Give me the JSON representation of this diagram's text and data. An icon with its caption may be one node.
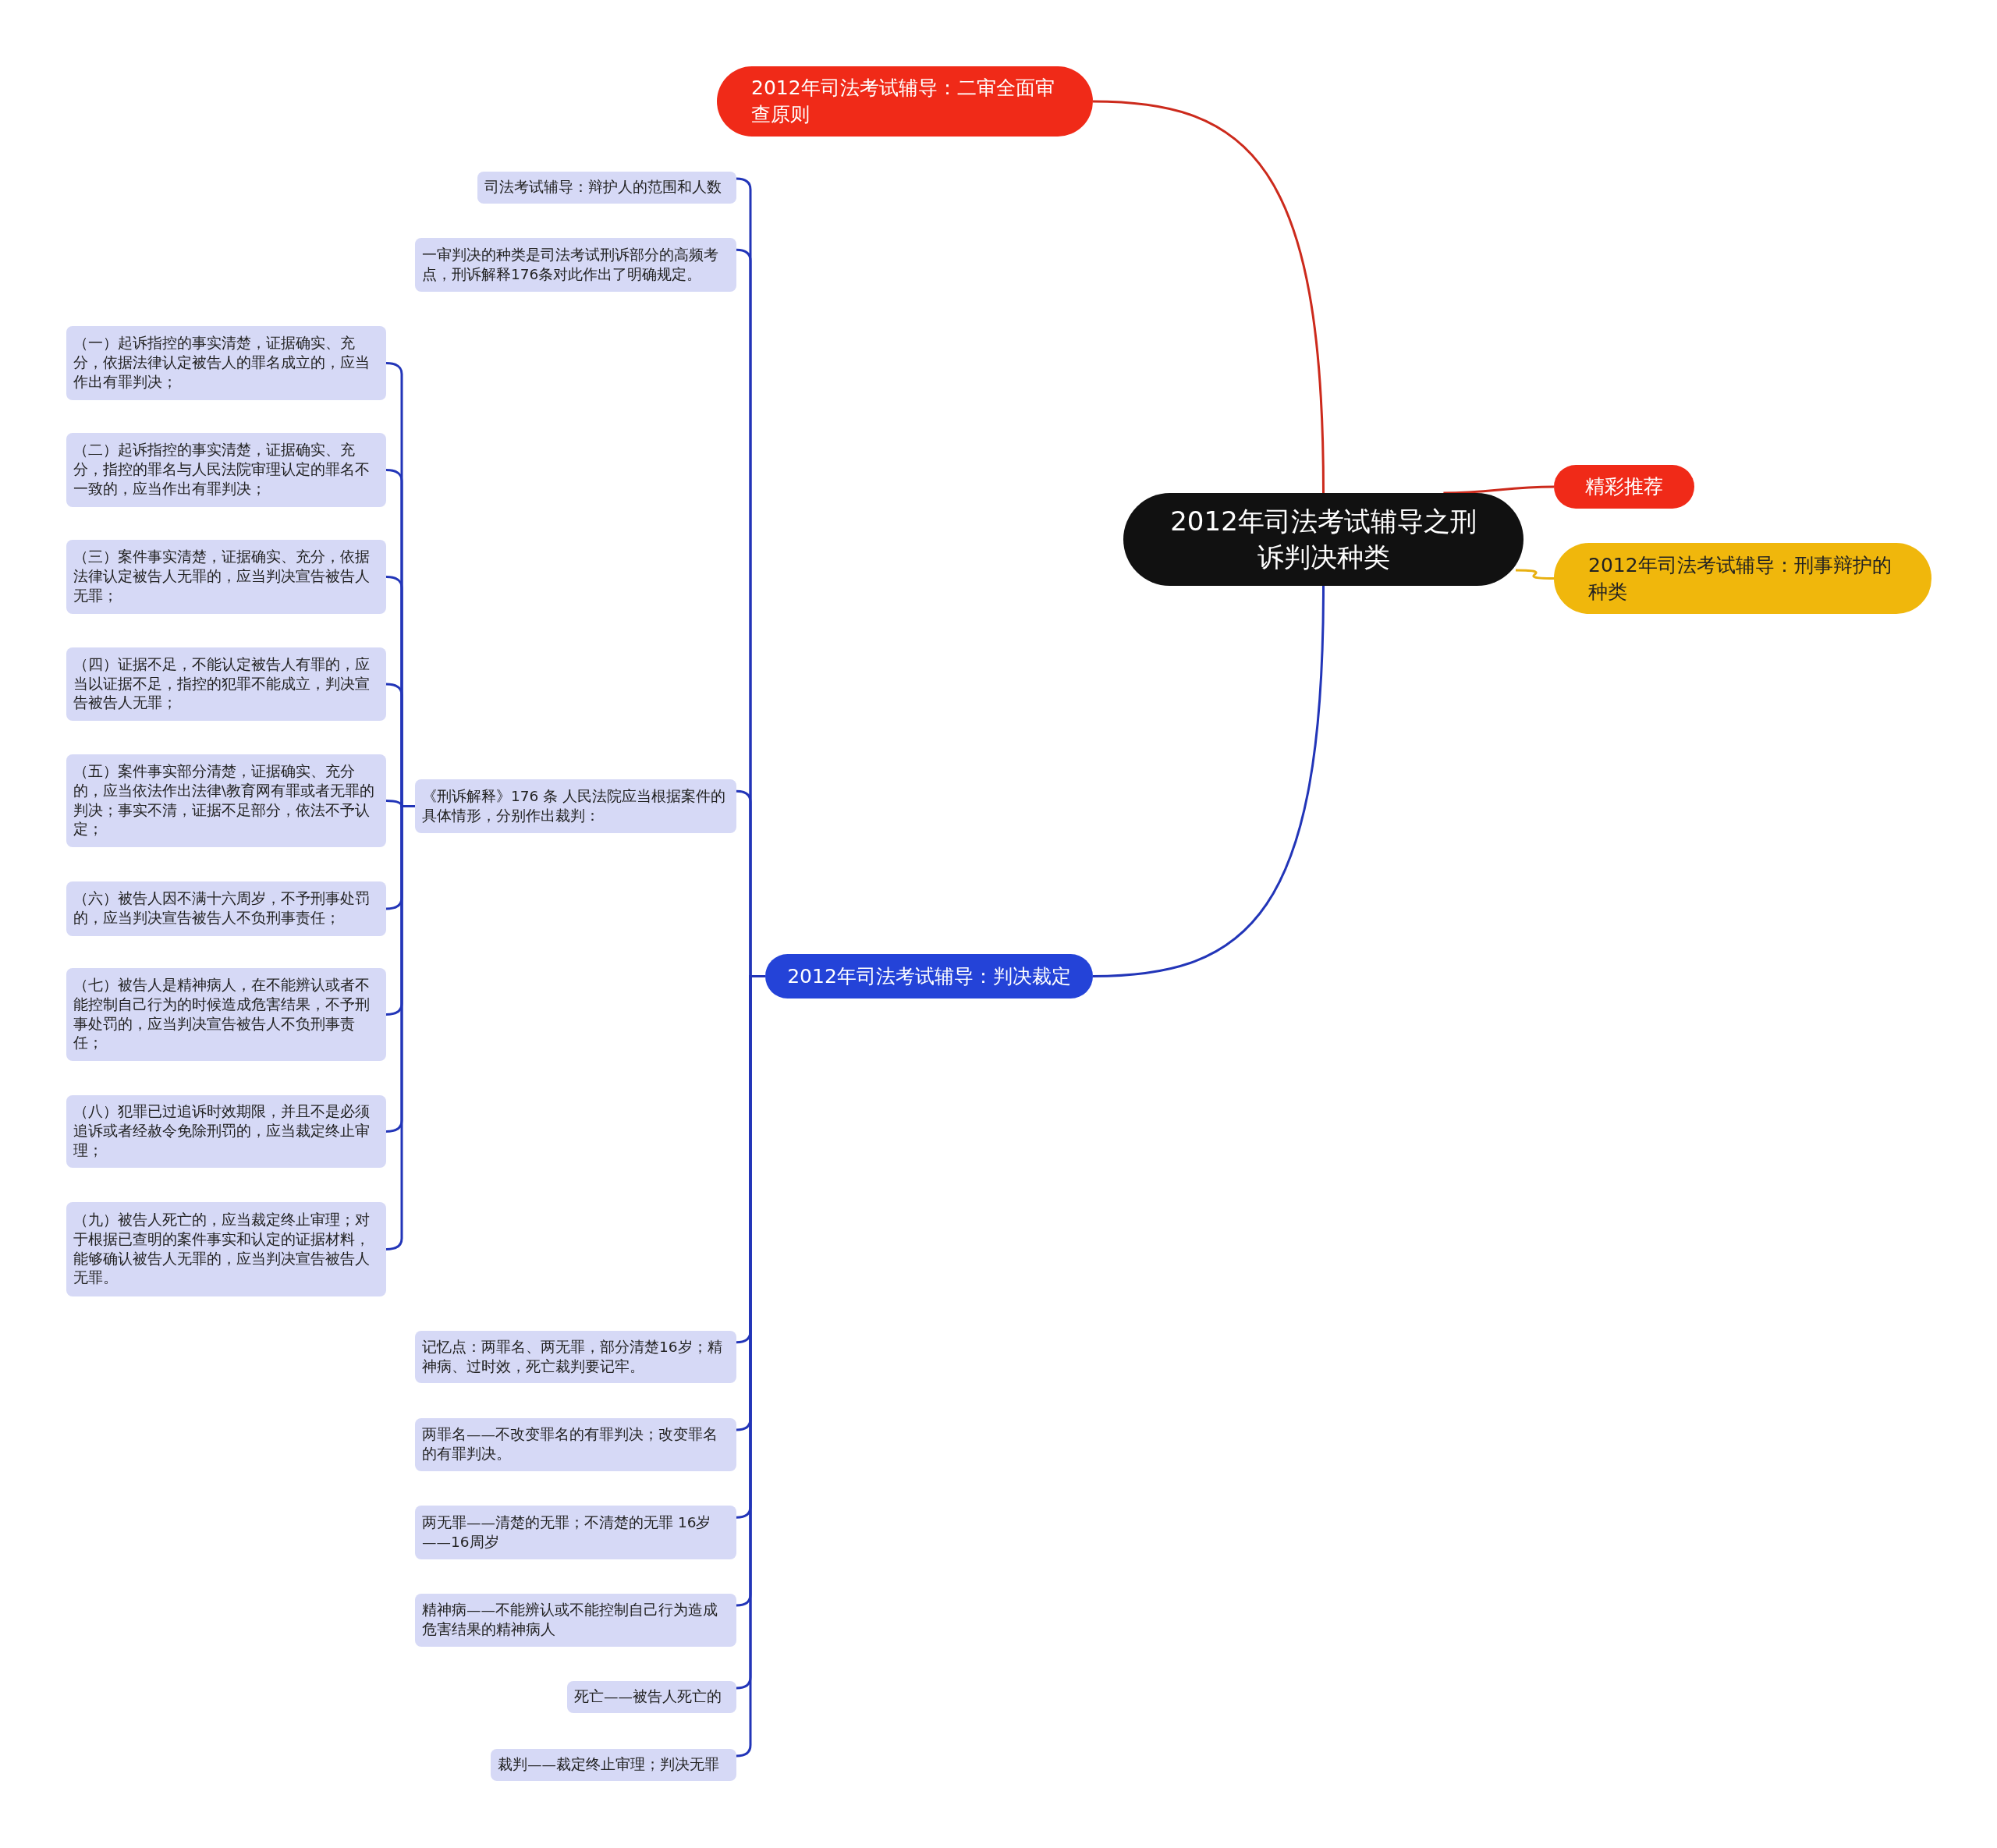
{
  "diagram": {
    "nodes": [
      {
        "text": [
          "2012年司法考试辅导之刑诉判决种类"
        ]
      },
      {
        "text": [
          "2012年司法考试辅导：二审全面审查原则"
        ]
      },
      {
        "text": [
          "精彩推荐"
        ]
      },
      {
        "text": [
          "2012年司法考试辅导：刑事辩护的种类"
        ]
      },
      {
        "text": [
          "2012年司法考试辅导：判决裁定"
        ]
      },
      {
        "text": [
          "司法考试辅导：辩护人的范围和人数"
        ]
      },
      {
        "text": [
          "一审判决的种类是司法考试刑诉部分的高频考点，刑诉解释176条对此作出了明确规定。"
        ]
      },
      {
        "text": [
          "《刑诉解释》176 条 人民法院应当根据案件的具体情形，分别作出裁判："
        ]
      },
      {
        "text": [
          "（一）起诉指控的事实清楚，证据确实、充分，依据法律认定被告人的罪名成立的，应当作出有罪判决；"
        ]
      },
      {
        "text": [
          "（二）起诉指控的事实清楚，证据确实、充分，指控的罪名与人民法院审理认定的罪名不一致的，应当作出有罪判决；"
        ]
      },
      {
        "text": [
          "（三）案件事实清楚，证据确实、充分，依据法律认定被告人无罪的，应当判决宣告被告人无罪；"
        ]
      },
      {
        "text": [
          "（四）证据不足，不能认定被告人有罪的，应当以证据不足，指控的犯罪不能成立，判决宣告被告人无罪；"
        ]
      },
      {
        "text": [
          "（五）案件事实部分清楚，证据确实、充分的，应当依法作出法律\\教育网有罪或者无罪的判决；事实不清，证据不足部分，依法不予认定；"
        ]
      },
      {
        "text": [
          "（六）被告人因不满十六周岁，不予刑事处罚的，应当判决宣告被告人不负刑事责任；"
        ]
      },
      {
        "text": [
          "（七）被告人是精神病人，在不能辨认或者不能控制自己行为的时候造成危害结果，不予刑事处罚的，应当判决宣告被告人不负刑事责任；"
        ]
      },
      {
        "text": [
          "（八）犯罪已过追诉时效期限，并且不是必须追诉或者经赦令免除刑罚的，应当裁定终止审理；"
        ]
      },
      {
        "text": [
          "（九）被告人死亡的，应当裁定终止审理；对于根据已查明的案件事实和认定的证据材料，能够确认被告人无罪的，应当判决宣告被告人无罪。"
        ]
      },
      {
        "text": [
          "记忆点：两罪名、两无罪，部分清楚16岁；精神病、过时效，死亡裁判要记牢。"
        ]
      },
      {
        "text": [
          "两罪名——不改变罪名的有罪判决；改变罪名的有罪判决。"
        ]
      },
      {
        "text": [
          "两无罪——清楚的无罪；不清楚的无罪 16岁——16周岁"
        ]
      },
      {
        "text": [
          "精神病——不能辨认或不能控制自己行为造成危害结果的精神病人"
        ]
      },
      {
        "text": [
          "死亡——被告人死亡的"
        ]
      },
      {
        "text": [
          "裁判——裁定终止审理；判决无罪"
        ]
      }
    ],
    "edges": [
      {
        "from": 0,
        "to": 1,
        "arrow": "none",
        "color": "#cc2a1c"
      },
      {
        "from": 0,
        "to": 2,
        "arrow": "none",
        "color": "#cc2a1c"
      },
      {
        "from": 0,
        "to": 3,
        "arrow": "none",
        "color": "#e8b010"
      },
      {
        "from": 0,
        "to": 4,
        "arrow": "none"
      },
      {
        "from": 4,
        "to": 5,
        "arrow": "none"
      },
      {
        "from": 4,
        "to": 6,
        "arrow": "none"
      },
      {
        "from": 4,
        "to": 7,
        "arrow": "none"
      },
      {
        "from": 7,
        "to": 8,
        "arrow": "none"
      },
      {
        "from": 7,
        "to": 9,
        "arrow": "none"
      },
      {
        "from": 7,
        "to": 10,
        "arrow": "none"
      },
      {
        "from": 7,
        "to": 11,
        "arrow": "none"
      },
      {
        "from": 7,
        "to": 12,
        "arrow": "none"
      },
      {
        "from": 7,
        "to": 13,
        "arrow": "none"
      },
      {
        "from": 7,
        "to": 14,
        "arrow": "none"
      },
      {
        "from": 7,
        "to": 15,
        "arrow": "none"
      },
      {
        "from": 7,
        "to": 16,
        "arrow": "none"
      },
      {
        "from": 4,
        "to": 17,
        "arrow": "none"
      },
      {
        "from": 4,
        "to": 18,
        "arrow": "none"
      },
      {
        "from": 4,
        "to": 19,
        "arrow": "none"
      },
      {
        "from": 4,
        "to": 20,
        "arrow": "none"
      },
      {
        "from": 4,
        "to": 21,
        "arrow": "none"
      },
      {
        "from": 4,
        "to": 22,
        "arrow": "none"
      }
    ]
  }
}
